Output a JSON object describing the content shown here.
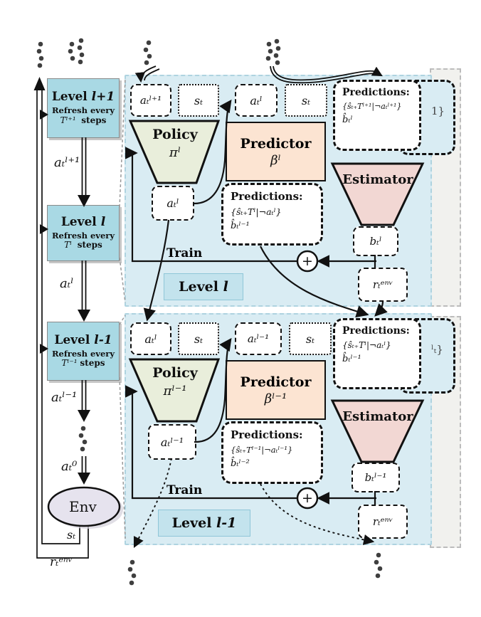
{
  "left_column": {
    "levels": [
      {
        "prefix": "Level",
        "level": "l+1",
        "refresh": "Refresh every",
        "steps_symbol": "Tˡ⁺¹",
        "steps_word": "steps"
      },
      {
        "prefix": "Level",
        "level": "l",
        "refresh": "Refresh every",
        "steps_symbol": "Tˡ",
        "steps_word": "steps"
      },
      {
        "prefix": "Level",
        "level": "l-1",
        "refresh": "Refresh every",
        "steps_symbol": "Tˡ⁻¹",
        "steps_word": "steps"
      }
    ],
    "arrows": {
      "a_top": "aₜˡ⁺¹",
      "a_mid": "aₜˡ",
      "a_low": "aₜˡ⁻¹",
      "a_zero": "aₜ⁰"
    },
    "env": "Env",
    "state": "sₜ",
    "reward": "rₜᵉⁿᵛ"
  },
  "panel_top": {
    "label_prefix": "Level",
    "label_level": "l",
    "input_action": "aₜˡ⁺¹",
    "input_state": "sₜ",
    "output_action": "aₜˡ",
    "output_state": "sₜ",
    "policy_title": "Policy",
    "policy_symbol": "πˡ",
    "policy_output": "aₜˡ",
    "predictor_title": "Predictor",
    "predictor_symbol": "βˡ",
    "pred_right_title": "Predictions:",
    "pred_right_line1": "{ŝₜ₊Tˡ⁺¹|¬aₜˡ⁺¹}",
    "pred_right_line2": "b̂ₜˡ",
    "pred_mid_title": "Predictions:",
    "pred_mid_line1": "{ŝₜ₊Tˡ|¬aₜˡ}",
    "pred_mid_line2": "b̂ₜˡ⁻¹",
    "estimator_title": "Estimator",
    "estimator_output": "bₜˡ",
    "reward": "rₜᵉⁿᵛ",
    "train": "Train",
    "sum": "+",
    "peek": "1}"
  },
  "panel_bottom": {
    "label_prefix": "Level",
    "label_level": "l-1",
    "input_action": "aₜˡ",
    "input_state": "sₜ",
    "output_action": "aₜˡ⁻¹",
    "output_state": "sₜ",
    "policy_title": "Policy",
    "policy_symbol": "πˡ⁻¹",
    "policy_output": "aₜˡ⁻¹",
    "predictor_title": "Predictor",
    "predictor_symbol": "βˡ⁻¹",
    "pred_right_title": "Predictions:",
    "pred_right_line1": "{ŝₜ₊Tˡ|¬aₜˡ}",
    "pred_right_line2": "b̂ₜˡ⁻¹",
    "pred_mid_title": "Predictions:",
    "pred_mid_line1": "{ŝₜ₊Tˡ⁻¹|¬aₜˡ⁻¹}",
    "pred_mid_line2": "b̂ₜˡ⁻²",
    "estimator_title": "Estimator",
    "estimator_output": "bₜˡ⁻¹",
    "reward": "rₜᵉⁿᵛ",
    "train": "Train",
    "sum": "+",
    "peek": "ˡₜ}"
  }
}
